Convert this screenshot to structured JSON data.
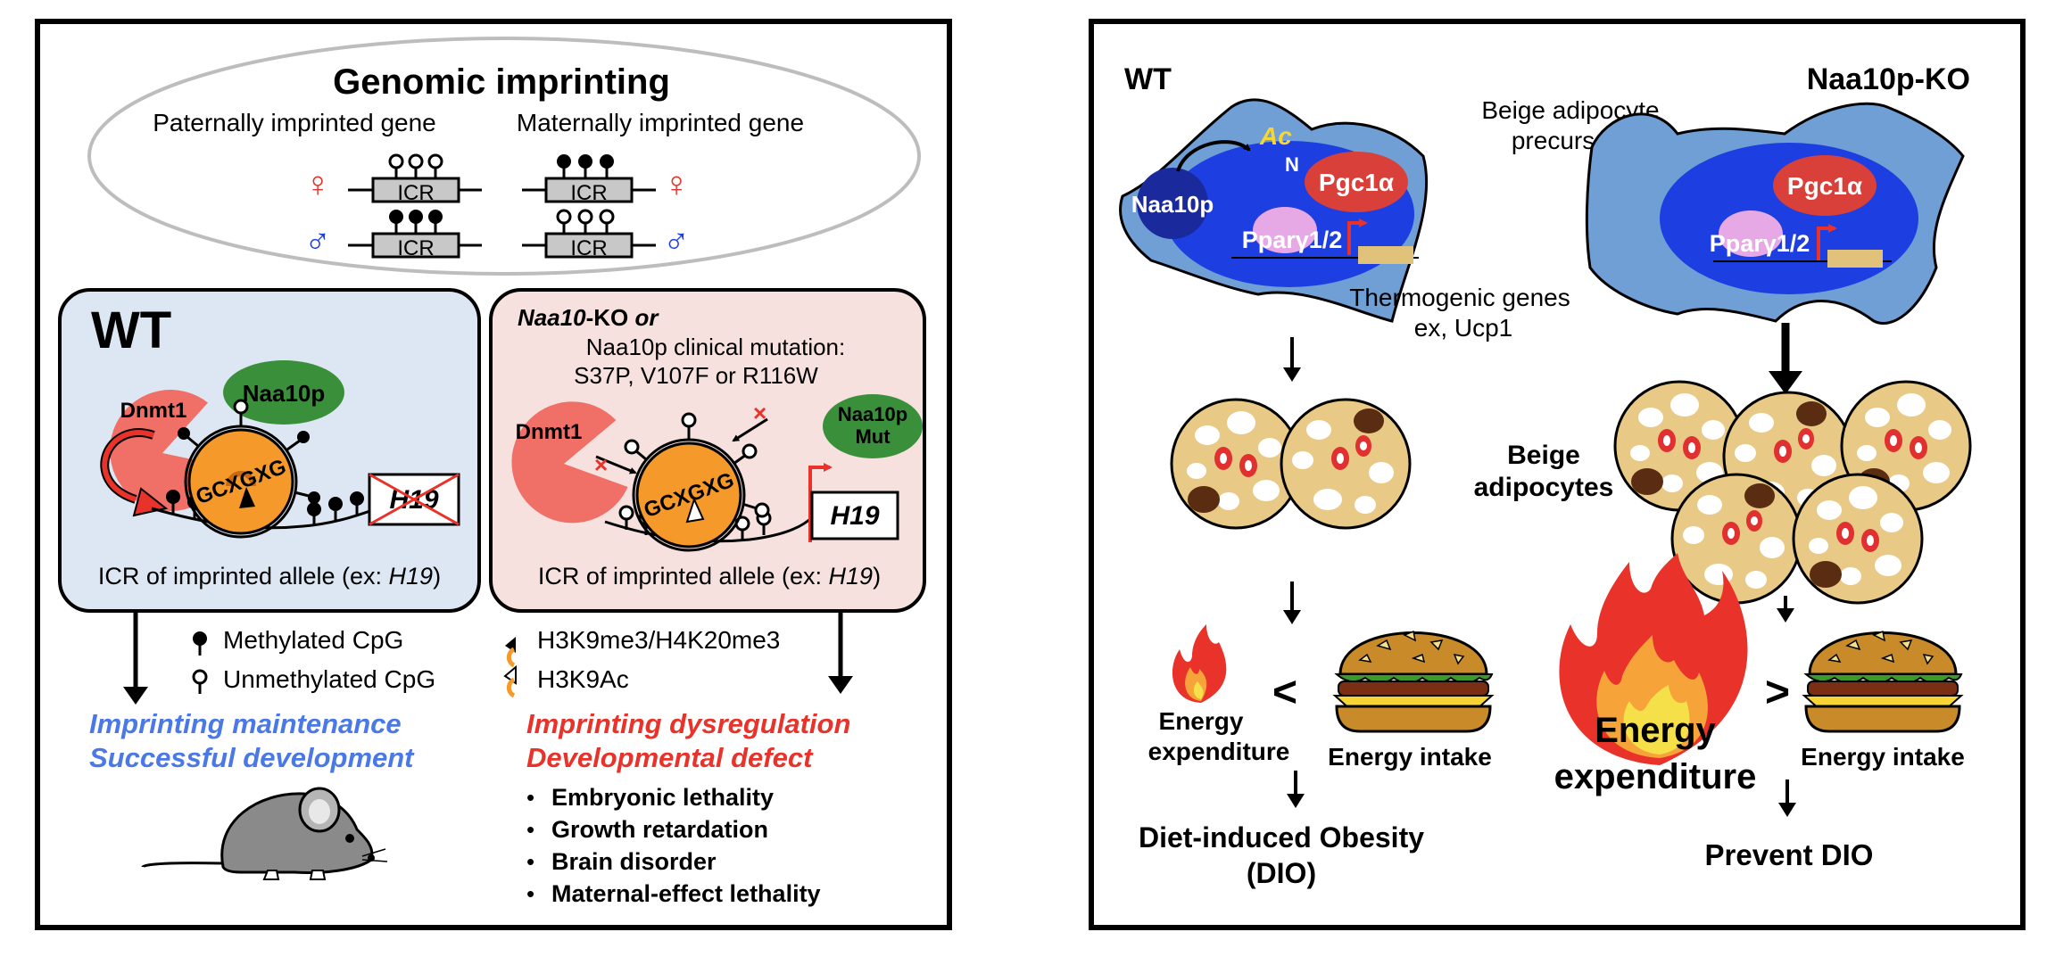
{
  "left": {
    "title": "Genomic imprinting",
    "paternal_label": "Paternally imprinted gene",
    "maternal_label": "Maternally imprinted gene",
    "icr": "ICR",
    "female_symbol": "♀",
    "male_symbol": "♂",
    "wt": {
      "title": "WT",
      "dnmt1": "Dnmt1",
      "naa10p": "Naa10p",
      "motif": "GCXGXG",
      "h19": "H19",
      "caption_prefix": "ICR of imprinted allele (ex: ",
      "caption_gene": "H19",
      "caption_suffix": ")"
    },
    "ko": {
      "title_italic": "Naa10",
      "title_rest": "-KO ",
      "title_or": "or",
      "clinical_line1": "Naa10p clinical mutation:",
      "clinical_line2": "S37P, V107F or R116W",
      "dnmt1": "Dnmt1",
      "mut_line1": "Naa10p",
      "mut_line2": "Mut",
      "motif": "GCXGXG",
      "h19": "H19",
      "caption_prefix": "ICR of imprinted allele (ex: ",
      "caption_gene": "H19",
      "caption_suffix": ")"
    },
    "legend": {
      "methylated": "Methylated CpG",
      "unmethylated": "Unmethylated CpG",
      "h3k9me3": "H3K9me3/H4K20me3",
      "h3k9ac": "H3K9Ac"
    },
    "outcome_wt": [
      "Imprinting maintenance",
      "Successful development"
    ],
    "outcome_ko": [
      "Imprinting dysregulation",
      "Developmental defect"
    ],
    "defects": [
      "Embryonic lethality",
      "Growth retardation",
      "Brain disorder",
      "Maternal-effect lethality"
    ],
    "bullet": "•"
  },
  "right": {
    "wt_label": "WT",
    "ko_label": "Naa10p-KO",
    "precursors_line1": "Beige adipocyte",
    "precursors_line2": "precursors",
    "ac": "Ac",
    "n_term": "N",
    "naa10p": "Naa10p",
    "pgc1a": "Pgc1α",
    "ppar": "Pparγ1/2",
    "thermo_line1": "Thermogenic genes",
    "thermo_line2": "ex, Ucp1",
    "beige_line1": "Beige",
    "beige_line2": "adipocytes",
    "less_than": "<",
    "greater_than": ">",
    "energy_expenditure_line1": "Energy",
    "energy_expenditure_line2": "expenditure",
    "energy_intake": "Energy intake",
    "dio_line1": "Diet-induced Obesity",
    "dio_line2": "(DIO)",
    "prevent": "Prevent DIO"
  },
  "colors": {
    "wt_panel": "#dde7f3",
    "ko_panel": "#f6e1df",
    "dnmt1": "#f06f66",
    "naa10p": "#3a8f3a",
    "outcome_wt": "#4a78e6",
    "outcome_ko": "#e8322a",
    "cell_blue": "#6f9fd4",
    "nucleus": "#1d3ee0",
    "adipocyte": "#e9c986"
  }
}
